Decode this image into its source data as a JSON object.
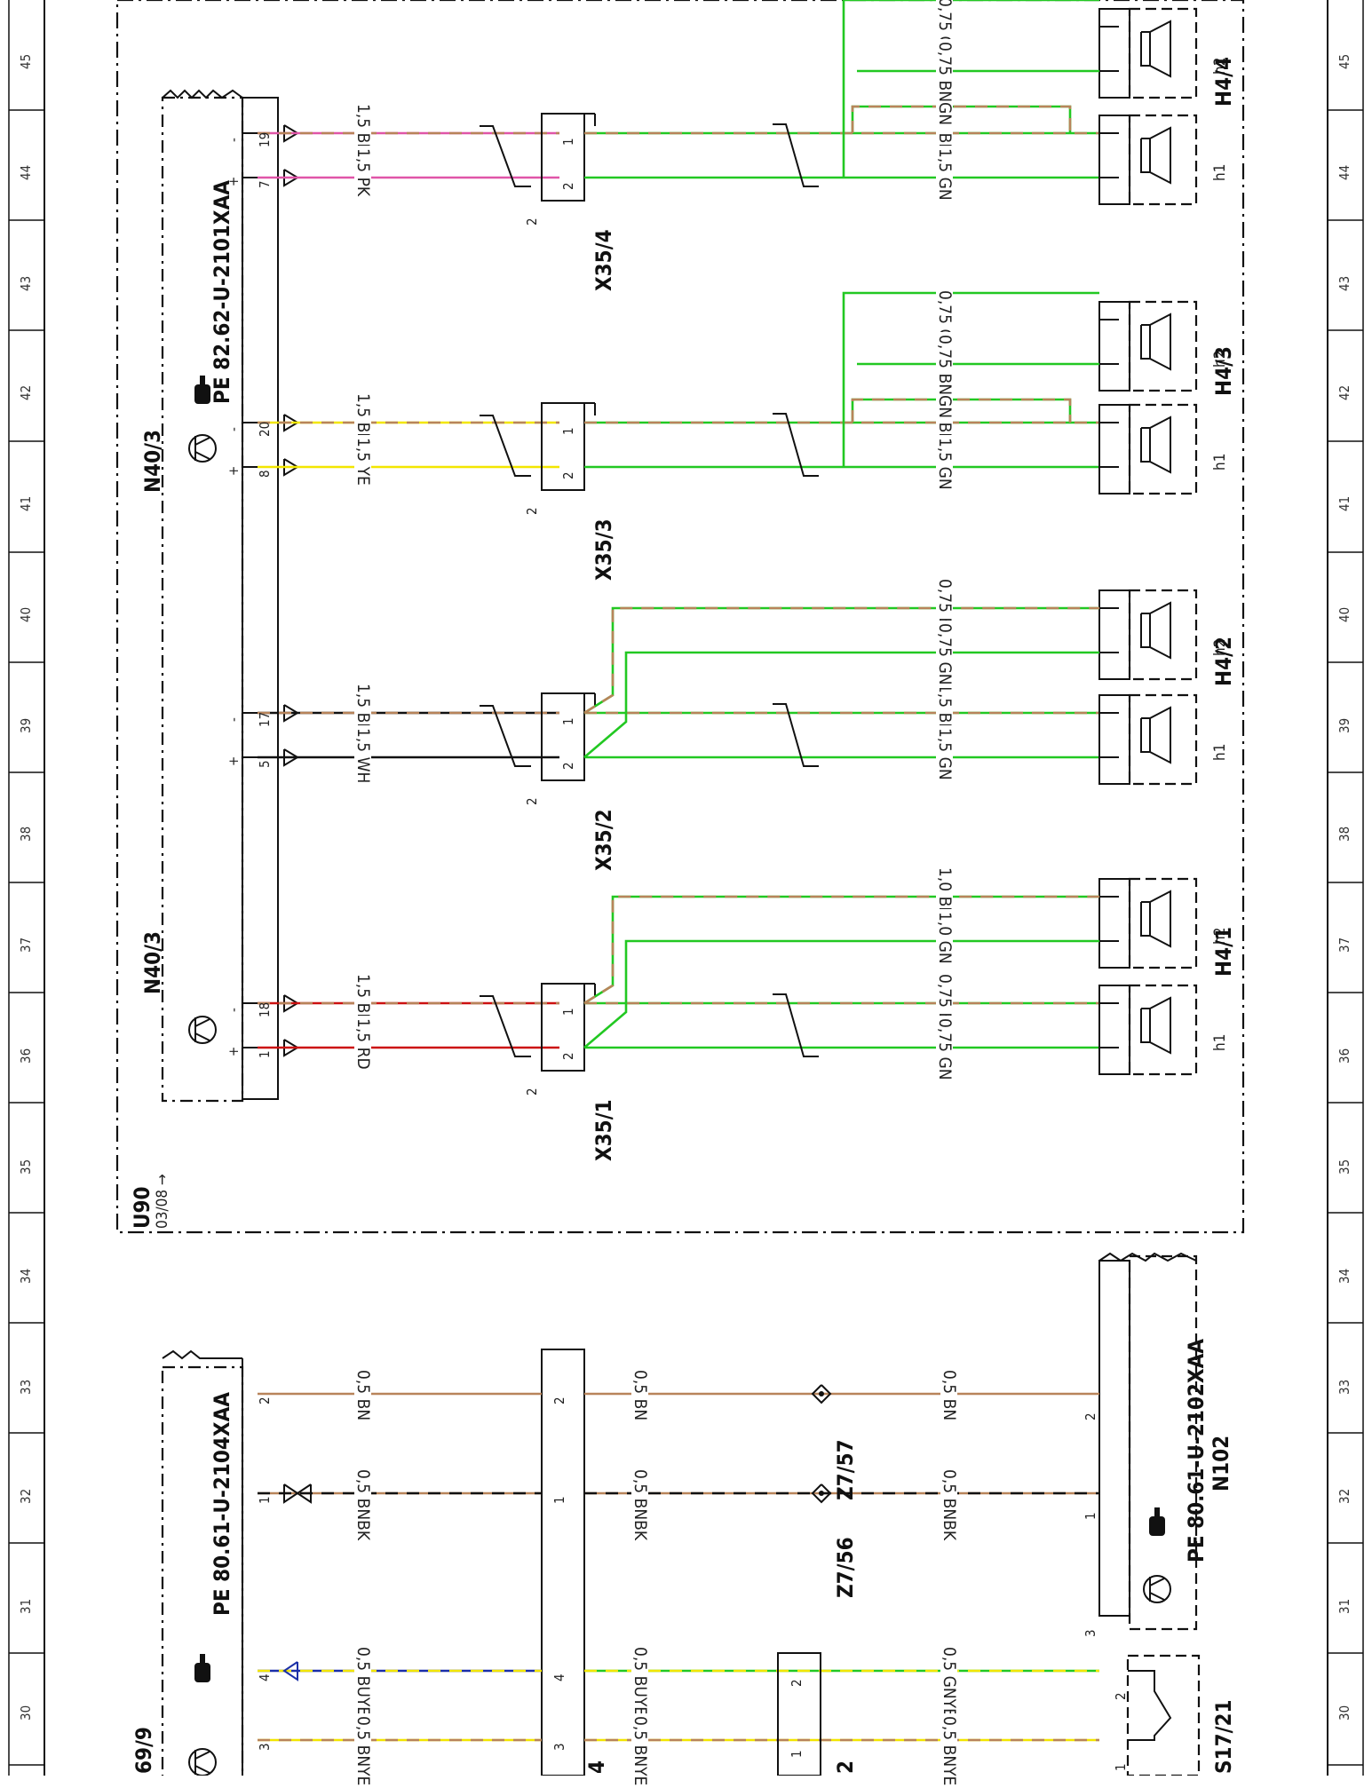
{
  "grid_numbers": [
    "30",
    "31",
    "32",
    "33",
    "34",
    "35",
    "36",
    "37",
    "38",
    "39",
    "40",
    "41",
    "42",
    "43",
    "44",
    "45"
  ],
  "frame": {
    "code": "U90",
    "date": "03/08 →"
  },
  "modules": {
    "n40_3_a": {
      "label": "N40/3",
      "pin_plus": "5",
      "pin_minus": "17",
      "pins_group": [
        "18",
        "5",
        "17"
      ]
    },
    "n40_3_b": {
      "label": "N40/3",
      "pe_ref": "PE  82.62-U-2101XAA"
    },
    "n102": {
      "label": "N102",
      "pe_ref": "PE  80.61-U-2102XAA",
      "pin1": "1",
      "pin2": "2",
      "pin3": "3"
    },
    "left_module": {
      "label": "69/9",
      "pe_ref": "PE  80.61-U-2104XAA",
      "pins": [
        "3",
        "4",
        "1",
        "2"
      ]
    }
  },
  "connectors": [
    {
      "id": "x35_1",
      "label": "X35/1",
      "pin1": "1",
      "pin2": "2",
      "count": "2"
    },
    {
      "id": "x35_2",
      "label": "X35/2",
      "pin1": "1",
      "pin2": "2",
      "count": "2"
    },
    {
      "id": "x35_3",
      "label": "X35/3",
      "pin1": "1",
      "pin2": "2",
      "count": "2"
    },
    {
      "id": "x35_4",
      "label": "X35/4",
      "pin1": "1",
      "pin2": "2",
      "count": "2"
    }
  ],
  "speakers": [
    {
      "group": "H4/1",
      "h1": "h1",
      "h2": "h2"
    },
    {
      "group": "H4/2",
      "h1": "h1",
      "h2": "h2"
    },
    {
      "group": "H4/3",
      "h1": "h1",
      "h2": "h2"
    },
    {
      "group": "H4/4",
      "h1": "h1",
      "h2": "h2"
    }
  ],
  "wires": {
    "n40_pins": [
      {
        "pin": "18",
        "sign": "-",
        "label": "1,5 BNRD"
      },
      {
        "pin": "1",
        "sign": "+",
        "label": "1,5 RD"
      },
      {
        "pin": "17",
        "sign": "-",
        "label": "1,5 BNWH"
      },
      {
        "pin": "5",
        "sign": "+",
        "label": "1,5 WH"
      },
      {
        "pin": "20",
        "sign": "-",
        "label": "1,5 BNYE"
      },
      {
        "pin": "8",
        "sign": "+",
        "label": "1,5 YE"
      },
      {
        "pin": "19",
        "sign": "-",
        "label": "1,5 BNPK"
      },
      {
        "pin": "7",
        "sign": "+",
        "label": "1,5 PK"
      }
    ],
    "speaker_side": [
      "0,75 GN",
      "0,75 BNGN",
      "1,0 GN",
      "1,0 BNGN",
      "1,5 GN",
      "1,5 BNGN",
      "0,75 GN",
      "0,75 BNGN",
      "1,5 GN",
      "1,5 BNGN",
      "0,75 BNGN",
      "0,75 GN",
      "1,5 GN",
      "1,5 BNGN",
      "0,75 BNGN",
      "0,75 GN"
    ],
    "lower": {
      "bnye_left": "0,5 BNYE",
      "buye_left": "0,5 BUYE",
      "bnbk_left": "0,5 BNBK",
      "bn_left": "0,5 BN",
      "bnye_mid": "0,5 BNYE",
      "buye_mid": "0,5 BUYE",
      "bnbk_mid": "0,5 BNBK",
      "bn_mid": "0,5 BN",
      "bnye_right": "0,5 BNYE",
      "gnye_right": "0,5 GNYE",
      "bnbk_right": "0,5 BNBK",
      "bn_right": "0,5 BN"
    },
    "splices": {
      "z7_56": "Z7/56",
      "z7_57": "Z7/57"
    },
    "lower_connectors": {
      "left_partial": "4",
      "right_partial": "2",
      "switch": "S17/21"
    }
  },
  "colors": {
    "green": "#22c822",
    "brown": "#b8845a",
    "red": "#cc1111",
    "yellow": "#f2e600",
    "pink": "#e055a8",
    "blue": "#1a2fa8",
    "black": "#111111"
  }
}
